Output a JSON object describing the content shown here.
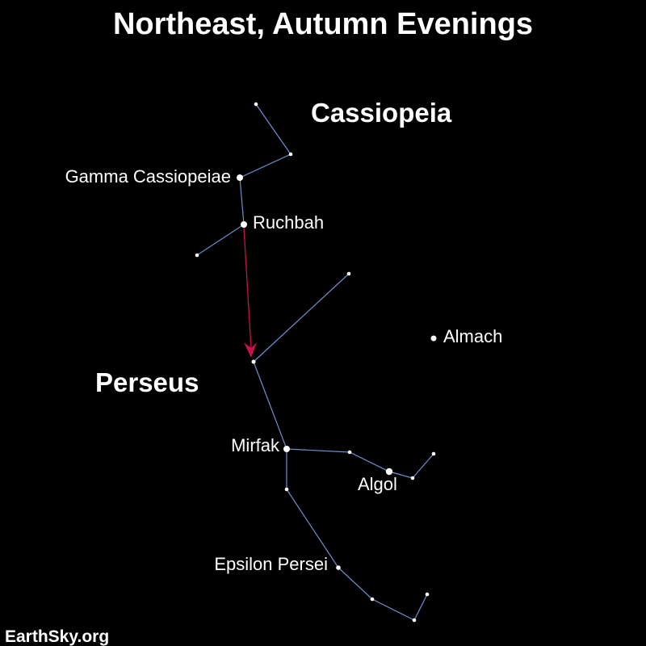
{
  "title": "Northeast, Autumn Evenings",
  "constellations": {
    "cassiopeia": "Cassiopeia",
    "perseus": "Perseus"
  },
  "stars": {
    "gamma_cassiopeiae": "Gamma Cassiopeiae",
    "ruchbah": "Ruchbah",
    "almach": "Almach",
    "mirfak": "Mirfak",
    "algol": "Algol",
    "epsilon_persei": "Epsilon Persei"
  },
  "credit": "EarthSky.org",
  "colors": {
    "background": "#000000",
    "stick_figure": "#6f8fd0",
    "pointer_arrow": "#c8104f",
    "text": "#ffffff"
  }
}
